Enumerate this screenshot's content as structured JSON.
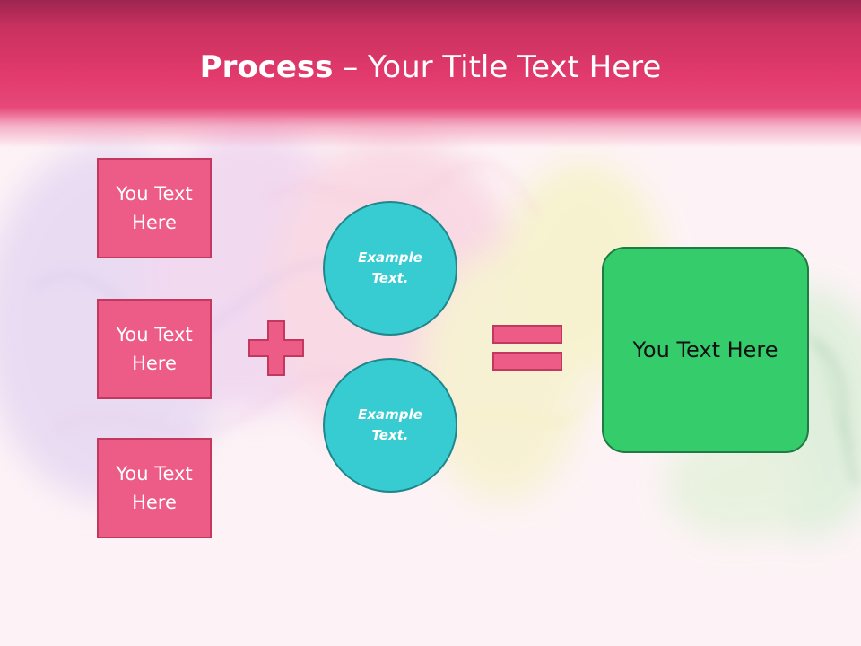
{
  "slide": {
    "title_bold": "Process",
    "title_dash": " – ",
    "title_rest": "Your Title Text Here"
  },
  "inputs": [
    {
      "text": "You Text Here"
    },
    {
      "text": "You Text Here"
    },
    {
      "text": "You Text Here"
    }
  ],
  "circles": [
    {
      "text": "Example Text."
    },
    {
      "text": "Example Text."
    }
  ],
  "result": {
    "text": "You Text Here"
  },
  "colors": {
    "header": "#e23a6c",
    "box_fill": "#ec5c86",
    "circle_fill": "#36ccd1",
    "result_fill": "#35cc6b"
  },
  "icons": {
    "operator_1": "plus-icon",
    "operator_2": "equals-icon"
  }
}
